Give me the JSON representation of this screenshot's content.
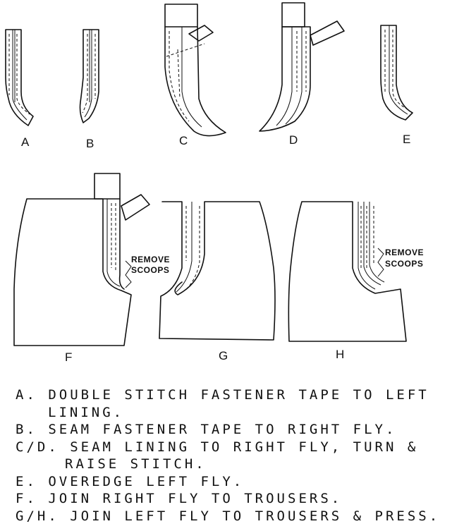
{
  "figures": {
    "A": "A",
    "B": "B",
    "C": "C",
    "D": "D",
    "E": "E",
    "F": "F",
    "G": "G",
    "H": "H"
  },
  "callouts": {
    "f_remove_1": "REMOVE",
    "f_remove_2": "SCOOPS",
    "h_remove_1": "REMOVE",
    "h_remove_2": "SCOOPS"
  },
  "steps": [
    {
      "key": "A.",
      "text": "DOUBLE STITCH FASTENER TAPE TO LEFT",
      "cont": "LINING."
    },
    {
      "key": "B.",
      "text": "SEAM FASTENER TAPE TO RIGHT FLY.",
      "cont": ""
    },
    {
      "key": "C/D.",
      "text": "SEAM LINING TO RIGHT FLY, TURN &",
      "cont": "RAISE STITCH."
    },
    {
      "key": "E.",
      "text": "OVEREDGE LEFT FLY.",
      "cont": ""
    },
    {
      "key": "F.",
      "text": "JOIN RIGHT FLY TO TROUSERS.",
      "cont": ""
    },
    {
      "key": "G/H.",
      "text": "JOIN LEFT FLY TO TROUSERS & PRESS.",
      "cont": ""
    }
  ]
}
